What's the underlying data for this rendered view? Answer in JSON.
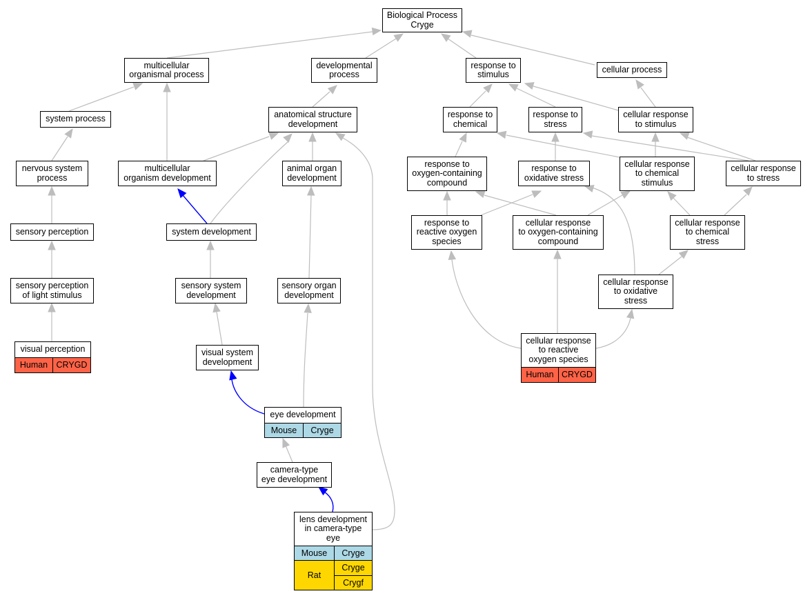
{
  "colors": {
    "edge_default": "#bdbdbd",
    "edge_highlight": "#0000ff",
    "human": "#ff6347",
    "mouse": "#add8e6",
    "rat": "#ffd700"
  },
  "nodes": {
    "root": "Biological Process\nCryge",
    "multicellular_organismal_process": "multicellular\norganismal process",
    "developmental_process": "developmental\nprocess",
    "response_to_stimulus": "response to\nstimulus",
    "cellular_process": "cellular process",
    "system_process": "system process",
    "anatomical_structure_development": "anatomical structure\ndevelopment",
    "response_to_chemical": "response to\nchemical",
    "response_to_stress": "response to\nstress",
    "cellular_response_to_stimulus": "cellular response\nto stimulus",
    "nervous_system_process": "nervous system\nprocess",
    "multicellular_organism_development": "multicellular\norganism development",
    "animal_organ_development": "animal organ\ndevelopment",
    "response_to_oxygen_containing_compound": "response to\noxygen-containing\ncompound",
    "response_to_oxidative_stress": "response to\noxidative stress",
    "cellular_response_to_chemical_stimulus": "cellular response\nto chemical\nstimulus",
    "cellular_response_to_stress": "cellular response\nto stress",
    "sensory_perception": "sensory perception",
    "system_development": "system development",
    "response_to_reactive_oxygen_species": "response to\nreactive oxygen\nspecies",
    "cellular_response_to_oxygen_containing_compound": "cellular response\nto oxygen-containing\ncompound",
    "cellular_response_to_chemical_stress": "cellular response\nto chemical\nstress",
    "sensory_perception_of_light_stimulus": "sensory perception\nof light stimulus",
    "sensory_system_development": "sensory system\ndevelopment",
    "sensory_organ_development": "sensory organ\ndevelopment",
    "cellular_response_to_oxidative_stress": "cellular response\nto oxidative\nstress",
    "visual_perception": "visual perception",
    "visual_system_development": "visual system\ndevelopment",
    "cellular_response_to_reactive_oxygen_species": "cellular response\nto reactive\noxygen species",
    "eye_development": "eye development",
    "camera_type_eye_development": "camera-type\neye development",
    "lens_development_in_camera_type_eye": "lens development\nin camera-type\neye"
  },
  "annotations": {
    "visual_perception": {
      "species": "Human",
      "genes": [
        "CRYGD"
      ]
    },
    "cellular_response_to_reactive_oxygen_species": {
      "species": "Human",
      "genes": [
        "CRYGD"
      ]
    },
    "eye_development": {
      "species": "Mouse",
      "genes": [
        "Cryge"
      ]
    },
    "lens_development_mouse": {
      "species": "Mouse",
      "genes": [
        "Cryge"
      ]
    },
    "lens_development_rat": {
      "species": "Rat",
      "genes": [
        "Cryge",
        "Crygf"
      ]
    }
  }
}
